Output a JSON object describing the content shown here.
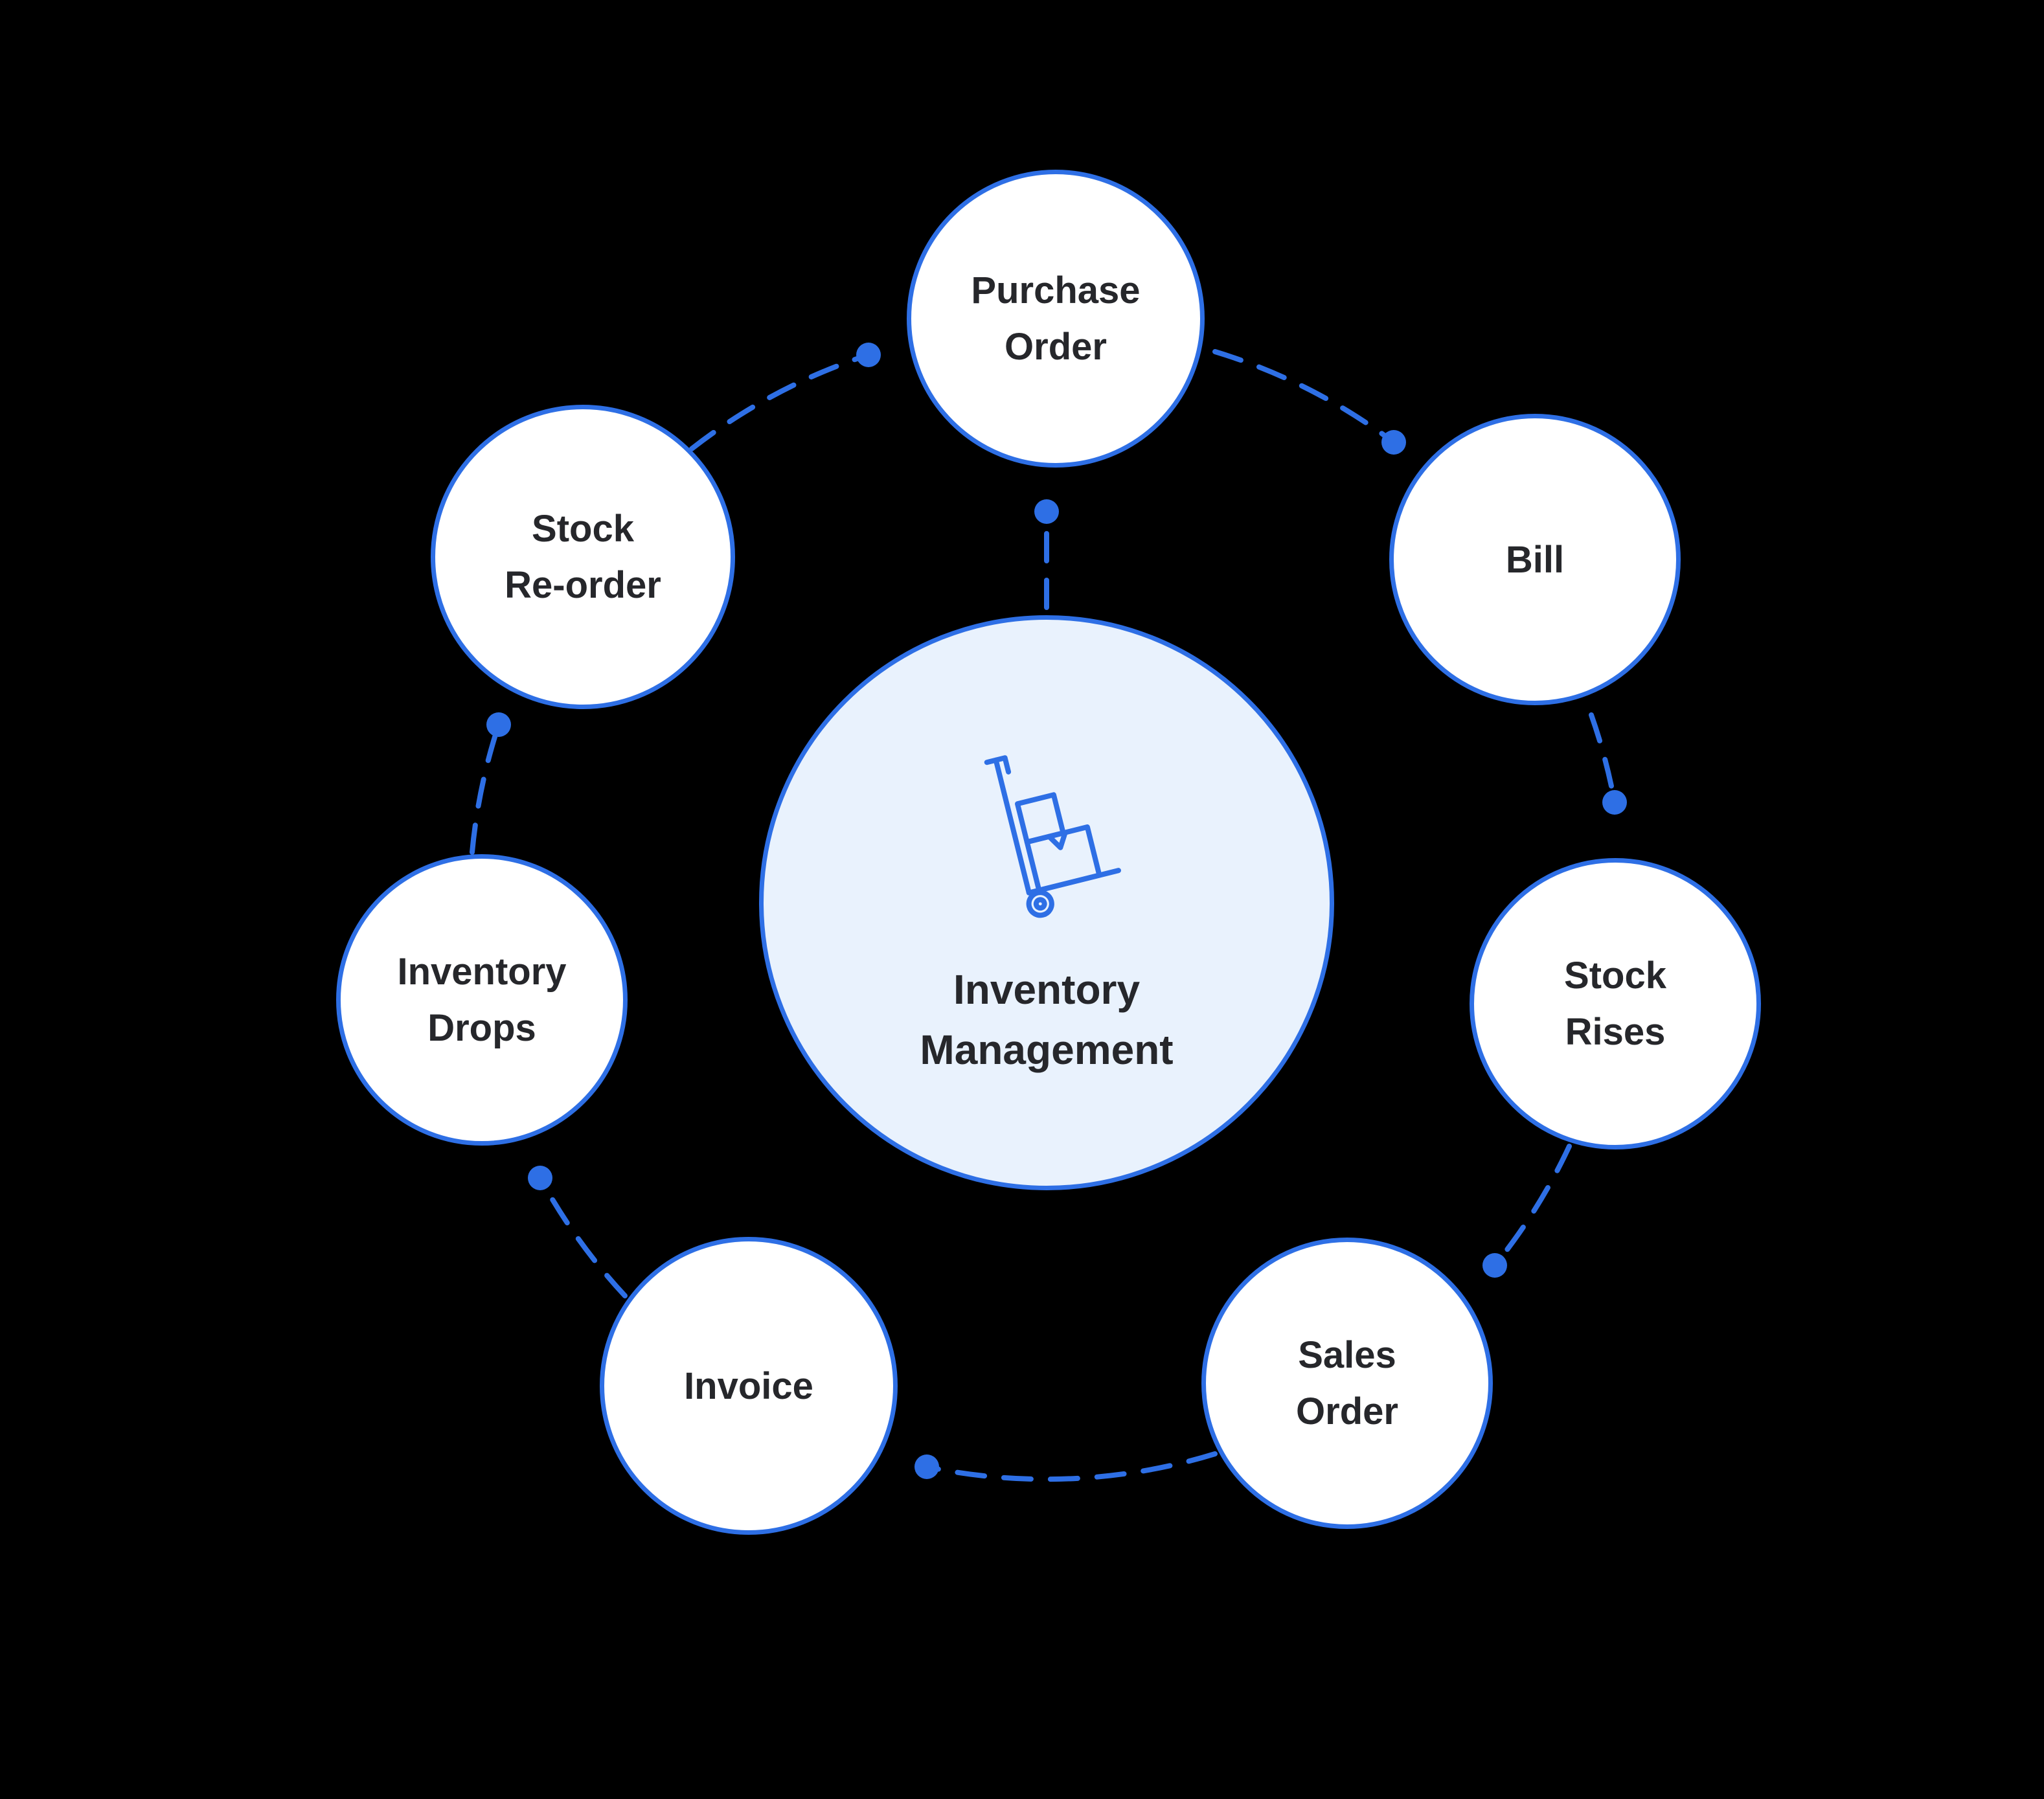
{
  "diagram": {
    "center_node": {
      "id": "inventory-management",
      "label": "Inventory\nManagement",
      "icon": "hand-truck-icon"
    },
    "nodes": [
      {
        "id": "purchase-order",
        "label": "Purchase\nOrder"
      },
      {
        "id": "bill",
        "label": "Bill"
      },
      {
        "id": "stock-rises",
        "label": "Stock\nRises"
      },
      {
        "id": "sales-order",
        "label": "Sales\nOrder"
      },
      {
        "id": "invoice",
        "label": "Invoice"
      },
      {
        "id": "inventory-drops",
        "label": "Inventory\nDrops"
      },
      {
        "id": "stock-reorder",
        "label": "Stock\nRe-order"
      }
    ],
    "flow_clockwise": [
      "Purchase Order",
      "Bill",
      "Stock Rises",
      "Sales Order",
      "Invoice",
      "Inventory Drops",
      "Stock Re-order",
      "Purchase Order"
    ],
    "center_connection": {
      "from": "Inventory Management",
      "to": "Purchase Order"
    },
    "colors": {
      "background": "#000000",
      "accent_blue": "#2e6fe5",
      "node_fill": "#ffffff",
      "center_fill": "#e9f2fd",
      "text": "#26272b"
    }
  }
}
